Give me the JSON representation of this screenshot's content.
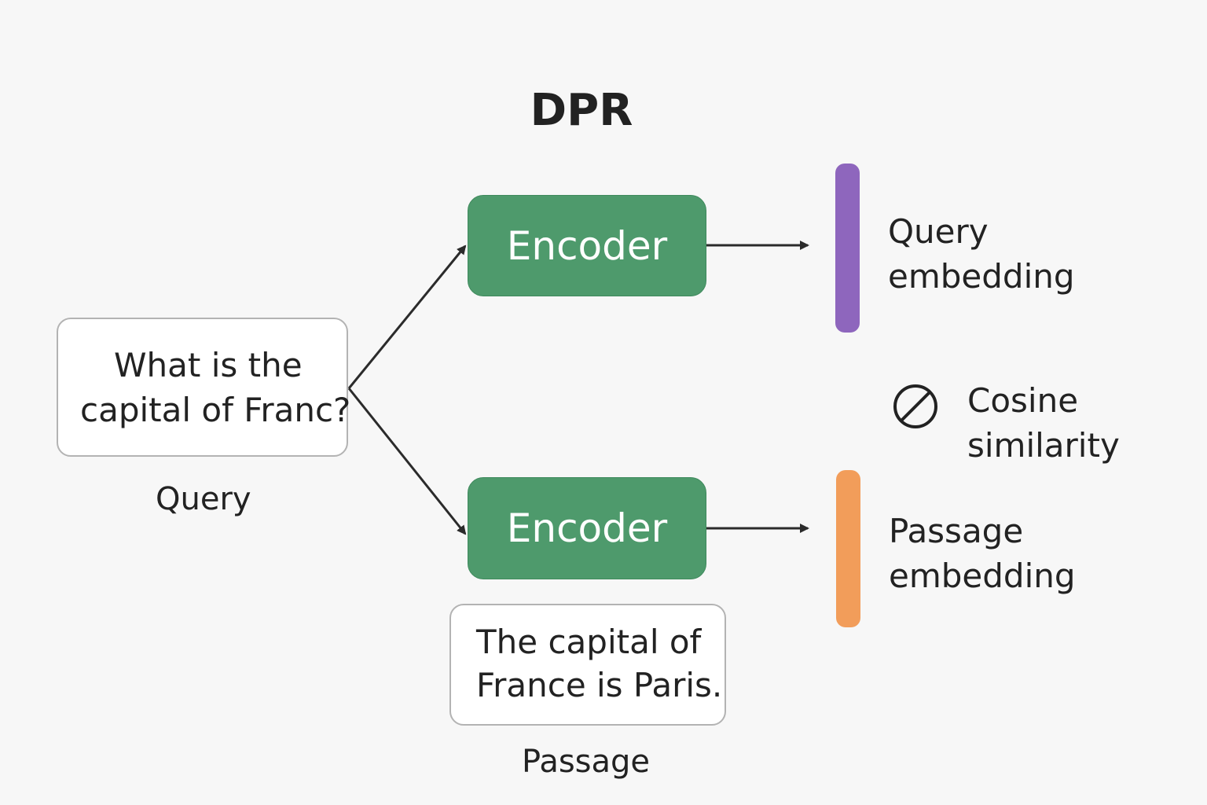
{
  "title": "DPR",
  "query": {
    "text_line1": "What is the",
    "text_line2": "capital of Franc?",
    "caption": "Query"
  },
  "passage": {
    "text_line1": "The capital of",
    "text_line2": "France is Paris.",
    "caption": "Passage"
  },
  "encoders": {
    "top_label": "Encoder",
    "bottom_label": "Encoder"
  },
  "outputs": {
    "query_embedding_line1": "Query",
    "query_embedding_line2": "embedding",
    "similarity_line1": "Cosine",
    "similarity_line2": "similarity",
    "similarity_icon": "circle-slash-icon",
    "passage_embedding_line1": "Passage",
    "passage_embedding_line2": "embedding"
  },
  "colors": {
    "encoder": "#4e9a6c",
    "query_embedding": "#8e66bd",
    "passage_embedding": "#f29d5a",
    "arrow": "#2b2b2b"
  }
}
